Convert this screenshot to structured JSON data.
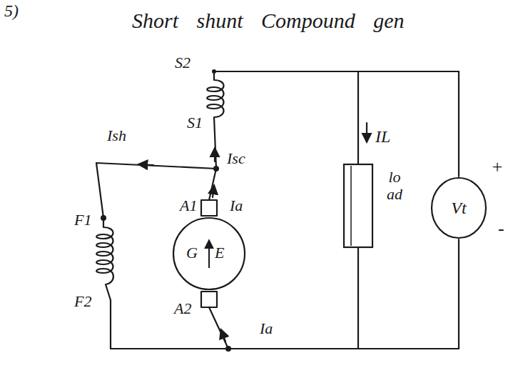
{
  "diagram": {
    "title": "Short shunt Compound gen",
    "nodes": [
      {
        "text": [
          "G",
          "E"
        ]
      },
      {
        "text": [
          "load"
        ]
      },
      {
        "text": [
          "Vt"
        ]
      }
    ],
    "labels": [
      "5)",
      "S2",
      "S1",
      "Ish",
      "Isc",
      "A1",
      "Ia",
      "F1",
      "F2",
      "A2",
      "Ia",
      "IL",
      "+",
      "-"
    ]
  }
}
